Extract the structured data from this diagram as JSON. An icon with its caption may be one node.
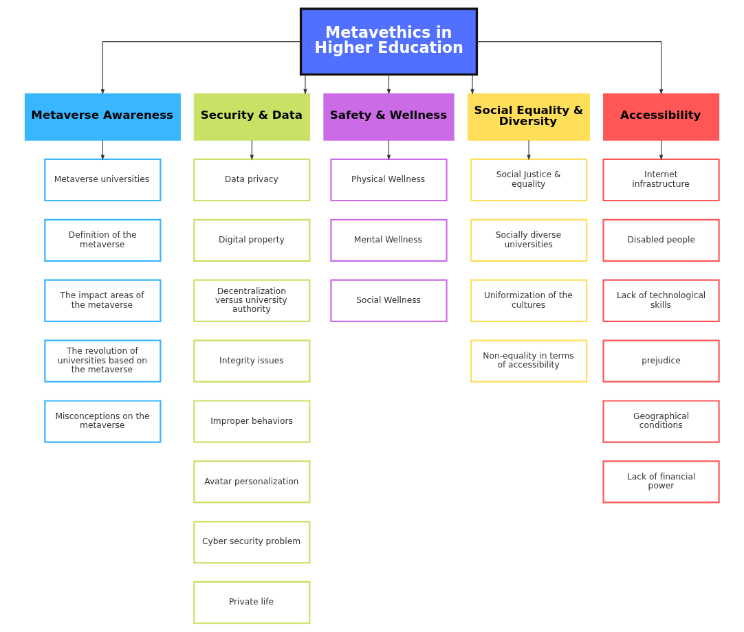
{
  "diagram": {
    "nodes": [
      {
        "text": [
          "Metavethics in Higher Education"
        ]
      },
      {
        "text": [
          "Metaverse Awareness"
        ]
      },
      {
        "text": [
          "Security & Data"
        ]
      },
      {
        "text": [
          "Safety & Wellness"
        ]
      },
      {
        "text": [
          "Social Equality & Diversity"
        ]
      },
      {
        "text": [
          "Accessibility"
        ]
      },
      {
        "text": [
          "Metaverse universities"
        ]
      },
      {
        "text": [
          "Definition of the metaverse"
        ]
      },
      {
        "text": [
          "The impact areas of the metaverse"
        ]
      },
      {
        "text": [
          "The revolution of universities based on the metaverse"
        ]
      },
      {
        "text": [
          "Misconceptions on the metaverse"
        ]
      },
      {
        "text": [
          "Data privacy"
        ]
      },
      {
        "text": [
          "Digital property"
        ]
      },
      {
        "text": [
          "Decentralization versus university authority"
        ]
      },
      {
        "text": [
          "Integrity issues"
        ]
      },
      {
        "text": [
          "Improper behaviors"
        ]
      },
      {
        "text": [
          "Avatar personalization"
        ]
      },
      {
        "text": [
          "Cyber security problem"
        ]
      },
      {
        "text": [
          "Private life"
        ]
      },
      {
        "text": [
          "Physical Wellness"
        ]
      },
      {
        "text": [
          "Mental Wellness"
        ]
      },
      {
        "text": [
          "Social Wellness"
        ]
      },
      {
        "text": [
          "Social Justice & equality"
        ]
      },
      {
        "text": [
          "Socially diverse universities"
        ]
      },
      {
        "text": [
          "Uniformization of the cultures"
        ]
      },
      {
        "text": [
          "Non-equality in terms of accessibility"
        ]
      },
      {
        "text": [
          "Internet infrastructure"
        ]
      },
      {
        "text": [
          "Disabled people"
        ]
      },
      {
        "text": [
          "Lack of technological skills"
        ]
      },
      {
        "text": [
          "prejudice"
        ]
      },
      {
        "text": [
          "Geographical conditions"
        ]
      },
      {
        "text": [
          "Lack of financial power"
        ]
      }
    ],
    "edges": [
      {
        "from": 0,
        "to": 1,
        "arrow": "to"
      },
      {
        "from": 0,
        "to": 2,
        "arrow": "to"
      },
      {
        "from": 0,
        "to": 3,
        "arrow": "to"
      },
      {
        "from": 0,
        "to": 4,
        "arrow": "to"
      },
      {
        "from": 0,
        "to": 5,
        "arrow": "to"
      },
      {
        "from": 1,
        "to": 6,
        "arrow": "to"
      },
      {
        "from": 2,
        "to": 11,
        "arrow": "to"
      },
      {
        "from": 3,
        "to": 19,
        "arrow": "to"
      },
      {
        "from": 4,
        "to": 22,
        "arrow": "to"
      },
      {
        "from": 5,
        "to": 26,
        "arrow": "to"
      }
    ]
  }
}
